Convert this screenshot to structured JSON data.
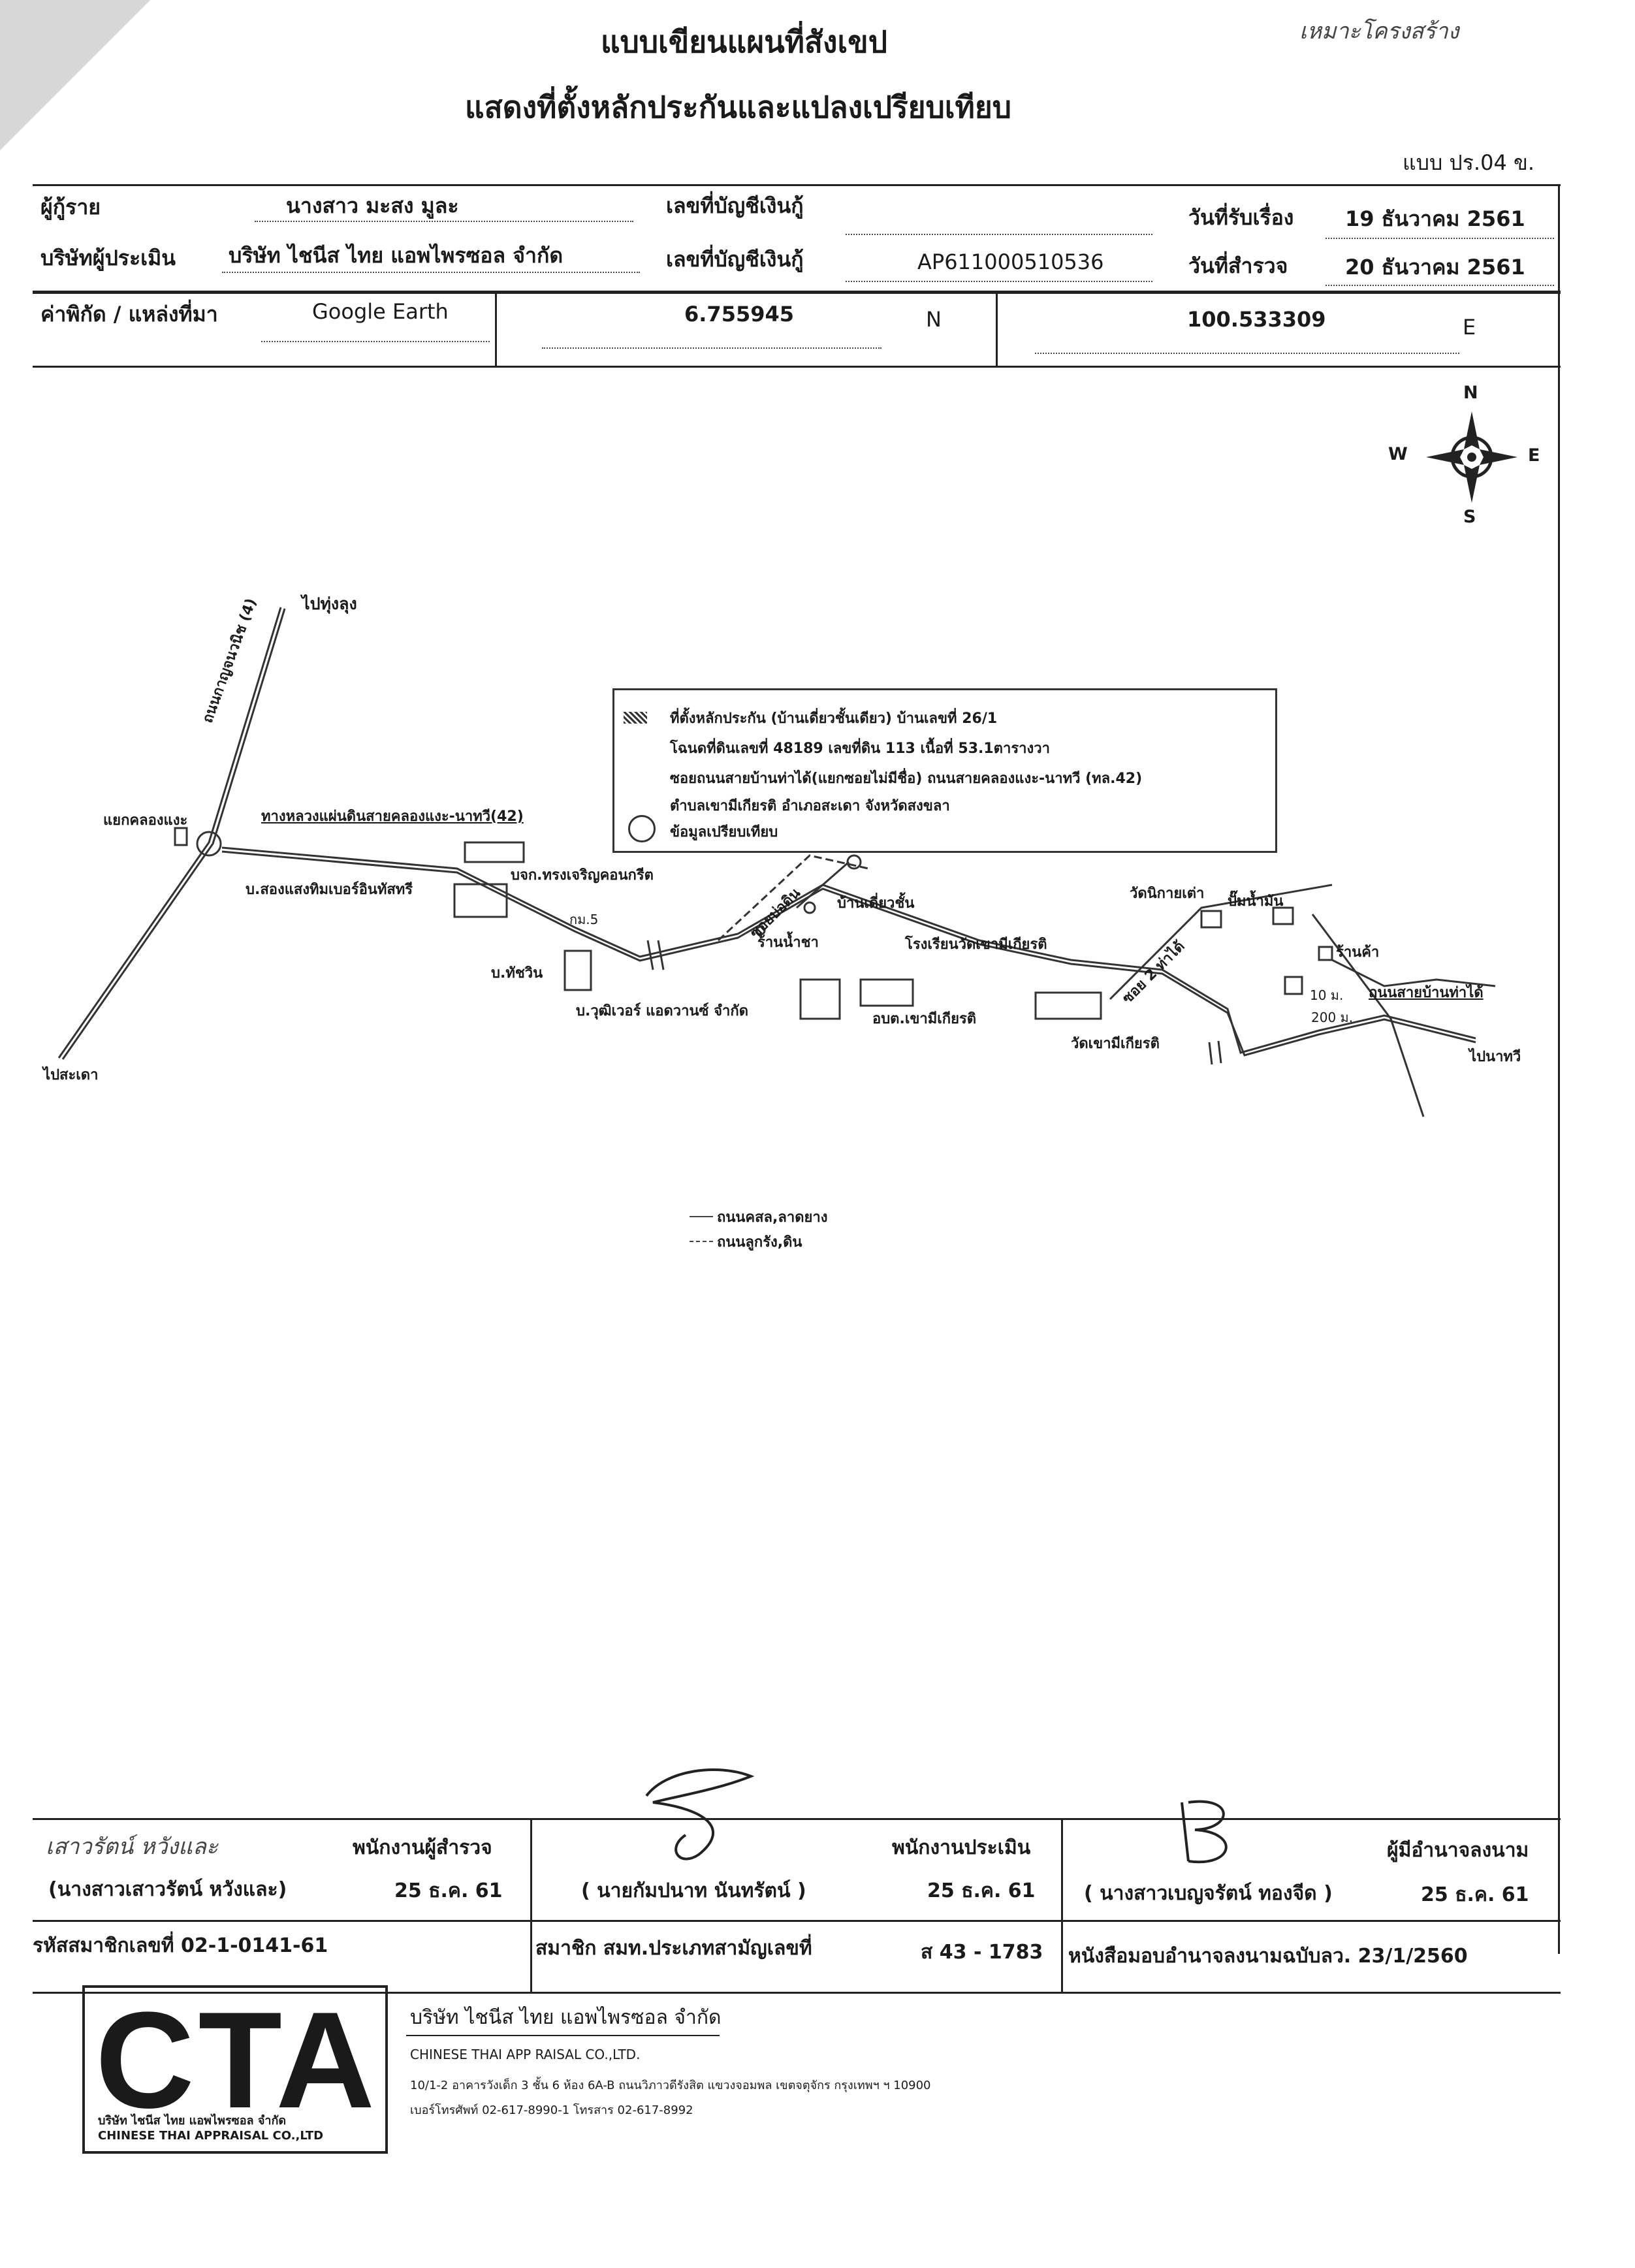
{
  "handwritten_corner": "เหมาะโครงสร้าง",
  "title_line1": "แบบเขียนแผนที่สังเขป",
  "title_line2": "แสดงที่ตั้งหลักประกันและแปลงเปรียบเทียบ",
  "form_code": "แบบ ปร.04 ข.",
  "header": {
    "borrower_label": "ผู้กู้ราย",
    "borrower_value": "นางสาว  มะสง มูละ",
    "loan_account_label_1": "เลขที่บัญชีเงินกู้",
    "loan_account_value_1": "",
    "received_date_label": "วันที่รับเรื่อง",
    "received_date_value": "19 ธันวาคม 2561",
    "appraisal_company_label": "บริษัทผู้ประเมิน",
    "appraisal_company_value": "บริษัท ไชนีส ไทย แอพไพรซอล จำกัด",
    "loan_account_label_2": "เลขที่บัญชีเงินกู้",
    "loan_account_value_2": "AP611000510536",
    "survey_date_label": "วันที่สำรวจ",
    "survey_date_value": "20 ธันวาคม 2561",
    "coord_label": "ค่าพิกัด / แหล่งที่มา",
    "coord_source": "Google Earth",
    "lat_value": "6.755945",
    "lat_dir": "N",
    "lon_value": "100.533309",
    "lon_dir": "E"
  },
  "compass": {
    "n": "N",
    "s": "S",
    "e": "E",
    "w": "W"
  },
  "map": {
    "to_thung_lung": "ไปทุ่งลุง",
    "road_kanchanawanit": "ถนนกาญจนวนิช (4)",
    "khlong_nae_junction": "แยกคลองแงะ",
    "highway_label": "ทางหลวงแผ่นดินสายคลองแงะ-นาทวี(42)",
    "to_sadao": "ไปสะเดา",
    "songsaeng_timber": "บ.สองแสงทิมเบอร์อินทัสทรี",
    "charoen_concrete": "บจก.ทรงเจริญคอนกรีต",
    "km5": "กม.5",
    "thatchawin": "บ.ทัชวิน",
    "vuthiver_advance": "บ.วุฒิเวอร์ แอดวานซ์ จำกัด",
    "obt_khaomi": "อบต.เขามีเกียรติ",
    "soi_bo_din": "ซอยบ่อดิน",
    "tea_shop": "ร้านน้ำชา",
    "single_house": "บ้านเดี่ยวชั้น",
    "school": "โรงเรียนวัดเขามีเกียรติ",
    "soi2_tha_dai": "ซอย 2 ท่าได้",
    "wat_nikayao": "วัดนิกายเต่า",
    "pom_fuel": "ปั๊มน้ำมัน",
    "wat_khaomi": "วัดเขามีเกียรติ",
    "shop": "ร้านค้า",
    "dist_10m": "10 ม.",
    "dist_200m": "200 ม.",
    "road_ban_tha_dai": "ถนนสายบ้านท่าได้",
    "to_na_thawi": "ไปนาทวี",
    "legend_collateral": "ที่ตั้งหลักประกัน (บ้านเดี่ยวชั้นเดียว) บ้านเลขที่ 26/1",
    "legend_deed": "โฉนดที่ดินเลขที่ 48189 เลขที่ดิน 113 เนื้อที่ 53.1ตารางวา",
    "legend_soi": "ซอยถนนสายบ้านท่าได้(แยกซอยไม่มีชื่อ)  ถนนสายคลองแงะ-นาทวี (ทล.42)",
    "legend_district": "ตำบลเขามีเกียรติ อำเภอสะเดา จังหวัดสงขลา",
    "legend_comparable": "ข้อมูลเปรียบเทียบ",
    "road_legend_paved": "ถนนคสล,ลาดยาง",
    "road_legend_dirt": "ถนนลูกรัง,ดิน"
  },
  "signatures": {
    "surveyor_hand": "เสาวรัตน์ หวังและ",
    "surveyor_role": "พนักงานผู้สำรวจ",
    "surveyor_name": "(นางสาวเสาวรัตน์ หวังและ)",
    "surveyor_date": "25 ธ.ค. 61",
    "appraiser_role": "พนักงานประเมิน",
    "appraiser_name": "( นายกัมปนาท นันทรัตน์ )",
    "appraiser_date": "25 ธ.ค. 61",
    "authorized_role": "ผู้มีอำนาจลงนาม",
    "authorized_name": "( นางสาวเบญจรัตน์ ทองจีด )",
    "authorized_date": "25 ธ.ค. 61",
    "member_code": "รหัสสมาชิกเลขที่ 02-1-0141-61",
    "member_assoc": "สมาชิก สมท.ประเภทสามัญเลขที่",
    "member_assoc_no": "ส 43 - 1783",
    "power_of_attorney": "หนังสือมอบอำนาจลงนามฉบับลว. 23/1/2560"
  },
  "footer": {
    "logo_letters": "CTA",
    "logo_th": "บริษัท ไชนีส ไทย แอพไพรซอล จำกัด",
    "logo_en": "CHINESE THAI APPRAISAL CO.,LTD",
    "company_th": "บริษัท ไชนีส ไทย แอพไพรซอล จำกัด",
    "company_en": "CHINESE THAI APP RAISAL CO.,LTD.",
    "address": "10/1-2 อาคารวังเด็ก 3 ชั้น 6 ห้อง 6A-B ถนนวิภาวดีรังสิต แขวงจอมพล เขตจตุจักร กรุงเทพฯ ฯ 10900",
    "phone": "เบอร์โทรศัพท์ 02-617-8990-1 โทรสาร 02-617-8992"
  }
}
